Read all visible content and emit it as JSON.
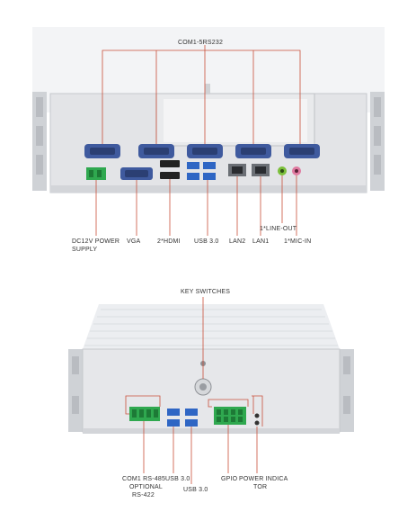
{
  "top": {
    "title": "COM1-5RS232",
    "labels": {
      "dc": "DC12V POWER",
      "dc2": "SUPPLY",
      "vga": "VGA",
      "hdmi": "2*HDMI",
      "usb": "USB 3.0",
      "lan2": "LAN2",
      "lan1": "LAN1",
      "lineout": "1*LINE-OUT",
      "micin": "1*MIC-IN"
    }
  },
  "bottom": {
    "title": "KEY SWITCHES",
    "labels": {
      "com1a": "COM1 RS-485",
      "com1b": "OPTIONAL",
      "com1c": "RS-422",
      "usb_a": "USB 3.0",
      "usb_b": "USB 3.0",
      "gpio": "GPIO",
      "power_a": "POWER INDICA",
      "power_b": "TOR"
    }
  },
  "colors": {
    "leader": "#c9503a",
    "chassis": "#dcdde0",
    "port_blue": "#3f5a9e",
    "usb_blue": "#2f66c4",
    "terminal_green": "#2fa84f"
  }
}
